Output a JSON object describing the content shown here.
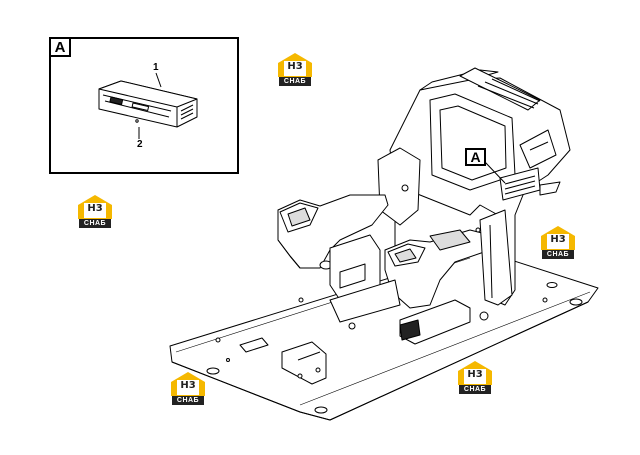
{
  "inset": {
    "tag": "A",
    "callout_1": "1",
    "callout_2": "2"
  },
  "main_view": {
    "callout_tag": "A"
  },
  "watermark": {
    "mark": "H3",
    "text": "СНАБ",
    "colors": {
      "accent": "#f5b800",
      "dark": "#222222"
    }
  }
}
